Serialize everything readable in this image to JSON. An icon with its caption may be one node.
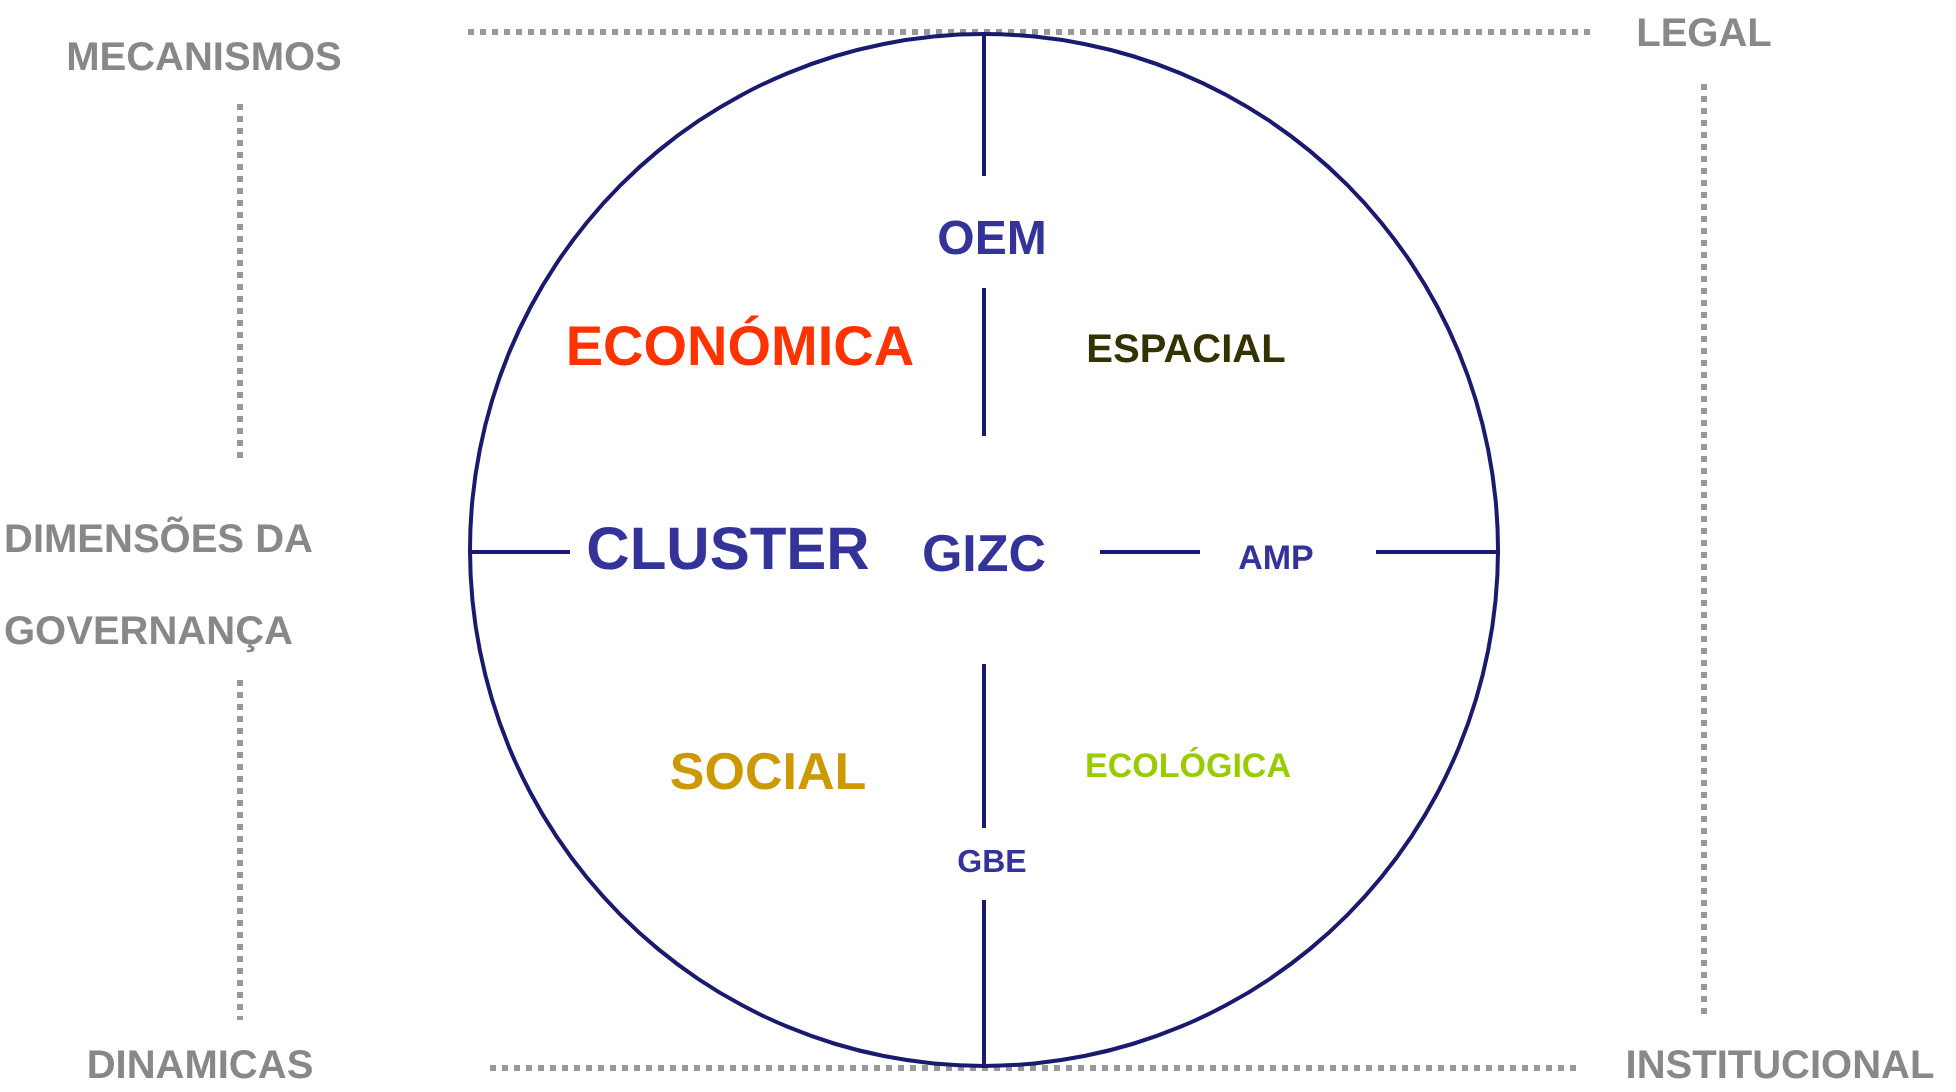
{
  "diagram": {
    "nodes": [
      {
        "text": [
          "OEM",
          "ECONÓMICA",
          "ESPACIAL",
          "CLUSTER",
          "GIZC",
          "AMP",
          "SOCIAL",
          "ECOLÓGICA",
          "GBE"
        ]
      }
    ],
    "labels": [
      "MECANISMOS",
      "LEGAL",
      "DIMENSÕES DA GOVERNANÇA",
      "DINAMICAS",
      "INSTITUCIONAL"
    ]
  }
}
